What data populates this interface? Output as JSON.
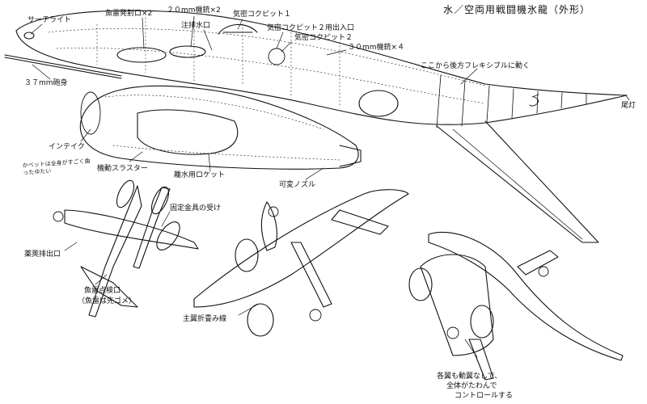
{
  "sheet_title": "水／空両用戦闘機氷龍（外形）",
  "labels": {
    "searchlight": "サーチライト",
    "torpedo_ports": "魚雷発射口×2",
    "mg20": "２０mm機銃×2",
    "pressurized_cockpit1": "気密コクピット１",
    "water_intake": "注排水口",
    "cockpit2_hatch": "気密コクピット２用出入口",
    "pressurized_cockpit2": "気密コクピット２",
    "mg30": "３０mm機銃×４",
    "flexible": "ここから後方フレキシブルに動く",
    "tail_light": "尾灯",
    "barrel37": "３７mm砲身",
    "intake": "インテイク",
    "thruster": "機動スラスター",
    "rocket": "離水用ロケット",
    "nozzle": "可変ノズル",
    "fixture": "固定金具の受け",
    "cartridge_ejector": "薬莢排出口",
    "torpedo_inspection": "魚雷点検口",
    "torpedo_tip": "（魚雷は先ゴメ）",
    "wing_fold": "主翼折畳み線",
    "control_note_1": "各翼も動翼なしで、",
    "control_note_2": "全体がたわんで",
    "control_note_3": "コントロールする"
  },
  "handwritten_note": "かべットは全身がすごく曲ったゆたい"
}
